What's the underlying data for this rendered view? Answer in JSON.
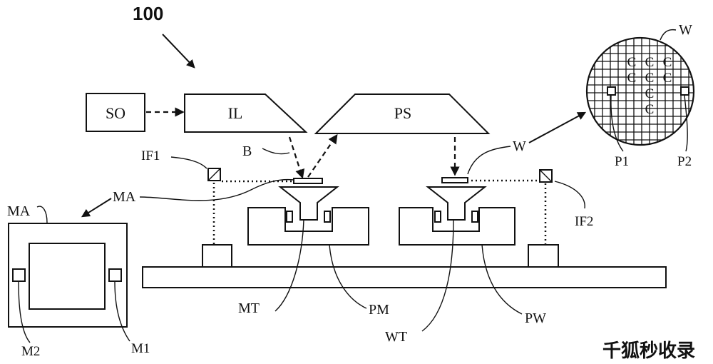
{
  "figure": {
    "ref_number": "100",
    "blocks": {
      "source": "SO",
      "illuminator": "IL",
      "projection": "PS"
    },
    "labels": {
      "beam": "B",
      "if1": "IF1",
      "if2": "IF2",
      "mask_callout": "MA",
      "mask_detail": "MA",
      "wafer_callout": "W",
      "wafer_detail": "W",
      "mask_table": "MT",
      "mask_positioner": "PM",
      "wafer_table": "WT",
      "wafer_positioner": "PW",
      "mark_m1": "M1",
      "mark_m2": "M2",
      "mark_p1": "P1",
      "mark_p2": "P2",
      "die": "C"
    }
  },
  "watermark": {
    "text": "千狐秒收录",
    "color": "#2a9fd6"
  }
}
